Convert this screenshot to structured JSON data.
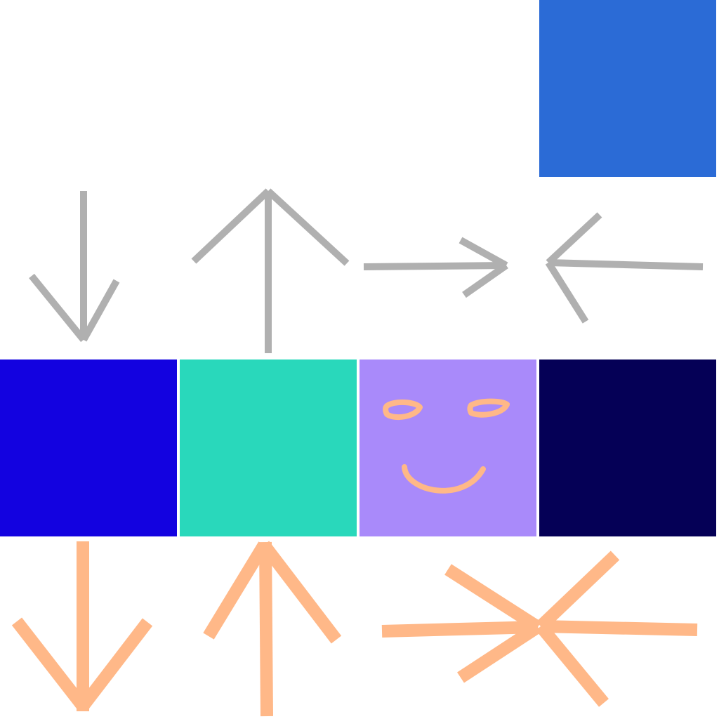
{
  "colors": {
    "background": "#ffffff",
    "top_right_tile": "#2b6bd6",
    "tile_blue": "#1302e0",
    "tile_teal": "#29d8bb",
    "tile_lavender": "#a98afa",
    "tile_navy": "#050056",
    "gray_arrow": "#b0b0b0",
    "peach": "#ffb888"
  },
  "board": {
    "tiles": [
      {
        "name": "top-right-blue-tile",
        "color_key": "top_right_tile"
      },
      {
        "name": "blue-tile",
        "color_key": "tile_blue"
      },
      {
        "name": "teal-tile",
        "color_key": "tile_teal"
      },
      {
        "name": "lavender-smiley-tile",
        "color_key": "tile_lavender"
      },
      {
        "name": "navy-tile",
        "color_key": "tile_navy"
      }
    ],
    "gray_arrows": [
      {
        "name": "down-arrow-icon",
        "direction": "down"
      },
      {
        "name": "up-arrow-icon",
        "direction": "up"
      },
      {
        "name": "right-arrow-icon",
        "direction": "right"
      },
      {
        "name": "left-arrow-icon",
        "direction": "left"
      }
    ],
    "peach_arrows": [
      {
        "name": "down-arrow-icon",
        "direction": "down"
      },
      {
        "name": "up-arrow-icon",
        "direction": "up"
      },
      {
        "name": "right-arrow-icon",
        "direction": "right"
      },
      {
        "name": "left-arrow-icon",
        "direction": "left"
      }
    ],
    "face": {
      "name": "smiley-face-icon",
      "expression": "smile"
    }
  }
}
